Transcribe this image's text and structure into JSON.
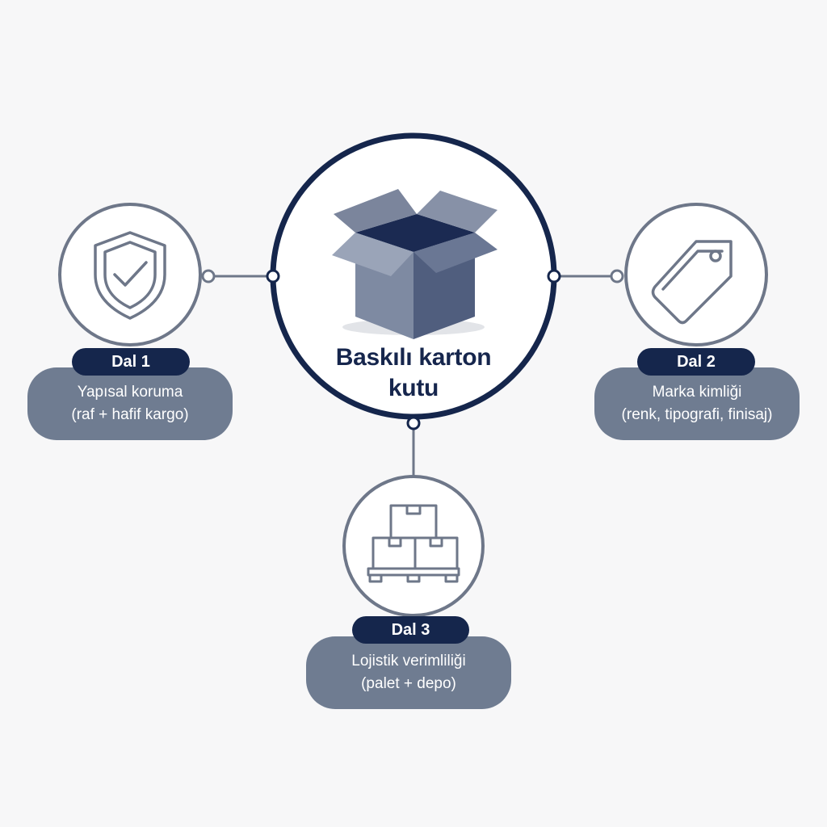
{
  "center": {
    "title_line1": "Baskılı karton",
    "title_line2": "kutu",
    "icon": "open-box-icon"
  },
  "branches": [
    {
      "tag": "Dal 1",
      "line1": "Yapısal koruma",
      "line2": "(raf + hafif kargo)",
      "icon": "shield-check-icon"
    },
    {
      "tag": "Dal 2",
      "line1": "Marka kimliği",
      "line2": "(renk, tipografi, finisaj)",
      "icon": "tag-icon"
    },
    {
      "tag": "Dal 3",
      "line1": "Lojistik verimliliği",
      "line2": "(palet + depo)",
      "icon": "pallet-boxes-icon"
    }
  ],
  "colors": {
    "navy": "#15264c",
    "slate": "#6f7c91",
    "ring": "#6e7789",
    "background": "#f7f7f8"
  }
}
